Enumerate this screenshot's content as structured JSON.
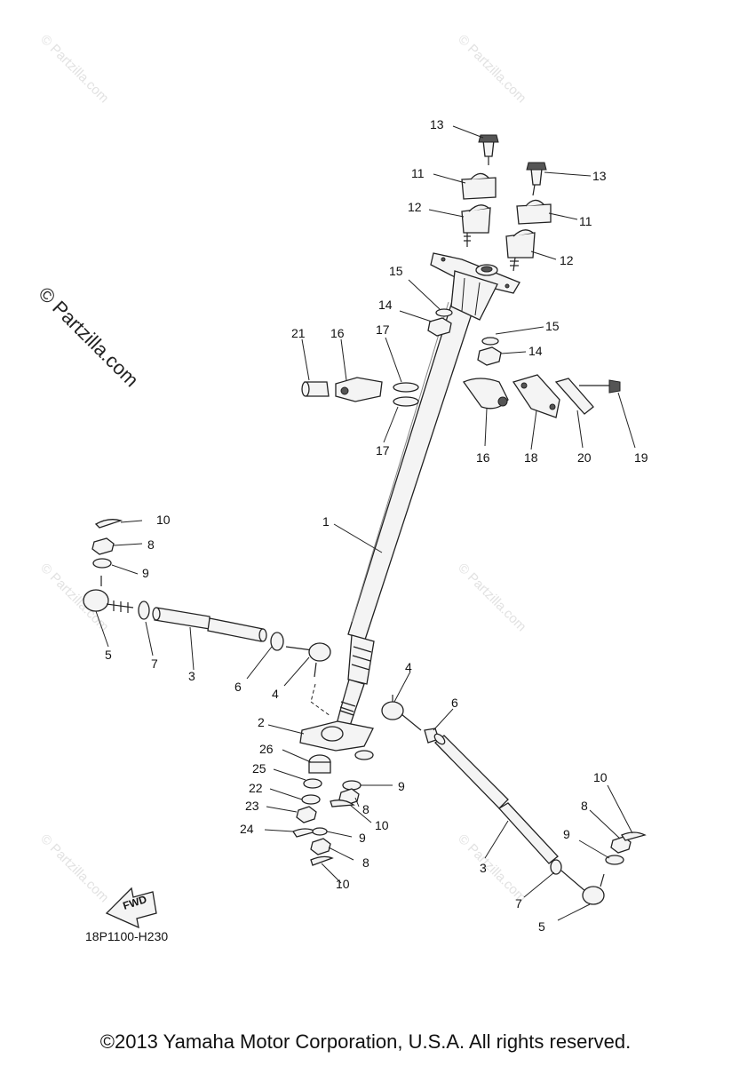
{
  "diagram": {
    "code": "18P1100-H230",
    "fwd_label": "FWD",
    "copyright": "©2013 Yamaha Motor Corporation, U.S.A. All rights reserved.",
    "watermark_main": "© Partzilla.com",
    "watermark_small": "© Partzilla.com",
    "callouts": {
      "c13a": "13",
      "c13b": "13",
      "c11a": "11",
      "c11b": "11",
      "c12a": "12",
      "c12b": "12",
      "c15a": "15",
      "c15b": "15",
      "c14a": "14",
      "c14b": "14",
      "c21": "21",
      "c16a": "16",
      "c16b": "16",
      "c17a": "17",
      "c17b": "17",
      "c18": "18",
      "c19": "19",
      "c20": "20",
      "c1": "1",
      "c2": "2",
      "c3a": "3",
      "c3b": "3",
      "c4a": "4",
      "c4b": "4",
      "c5a": "5",
      "c5b": "5",
      "c6a": "6",
      "c6b": "6",
      "c7a": "7",
      "c7b": "7",
      "c8a": "8",
      "c8b": "8",
      "c8c": "8",
      "c8d": "8",
      "c9a": "9",
      "c9b": "9",
      "c9c": "9",
      "c9d": "9",
      "c10a": "10",
      "c10b": "10",
      "c10c": "10",
      "c10d": "10",
      "c22": "22",
      "c23": "23",
      "c24": "24",
      "c25": "25",
      "c26": "26"
    }
  }
}
